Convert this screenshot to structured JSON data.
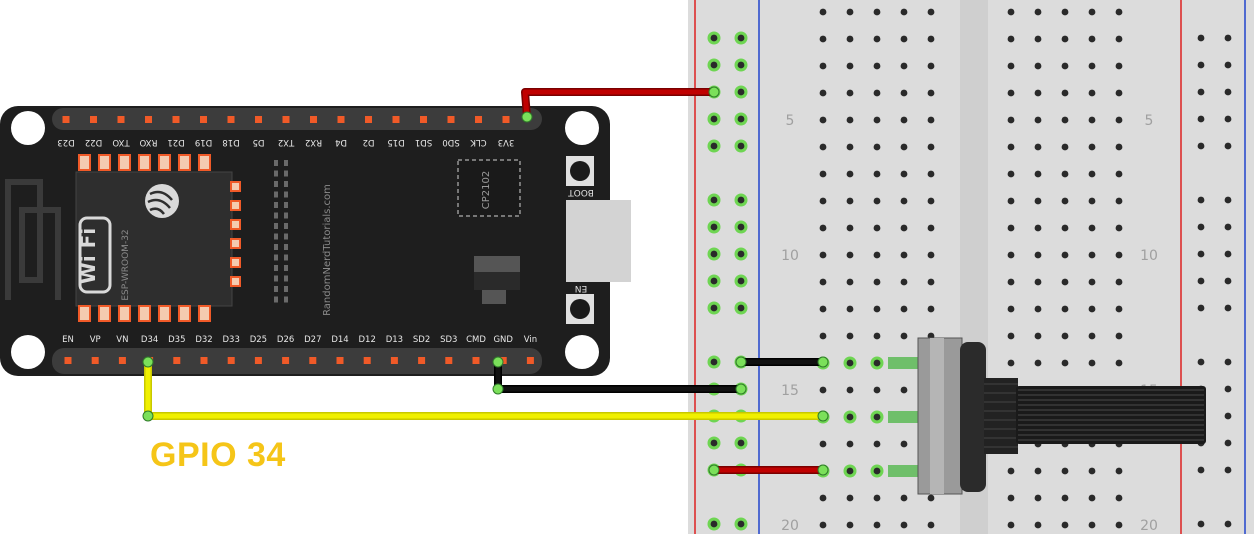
{
  "diagram": {
    "callout_label": "GPIO 34",
    "board": {
      "top_pins": [
        "D23",
        "D22",
        "TXO",
        "RXO",
        "D21",
        "D19",
        "D18",
        "D5",
        "TX2",
        "RX2",
        "D4",
        "D2",
        "D15",
        "SD1",
        "SD0",
        "CLK",
        "3V3"
      ],
      "bottom_pins": [
        "EN",
        "VP",
        "VN",
        "D34",
        "D35",
        "D32",
        "D33",
        "D25",
        "D26",
        "D27",
        "D14",
        "D12",
        "D13",
        "SD2",
        "SD3",
        "CMD",
        "GND",
        "Vin"
      ],
      "module_text": "ESP-WROOM-32",
      "wifi_text": "Wi Fi",
      "chip_text": "CP2102",
      "vertical_text": "RandomNerdTutorials.com",
      "boot_label": "BOOT",
      "en_label": "EN"
    },
    "breadboard": {
      "row_numbers": [
        "5",
        "10",
        "15",
        "20"
      ]
    },
    "colors": {
      "wire_3v3": "#c00000",
      "wire_gnd": "#111111",
      "wire_signal": "#f0f000",
      "label": "#f5c518",
      "board": "#1e1e1e",
      "header_pin": "#f05a28"
    }
  }
}
